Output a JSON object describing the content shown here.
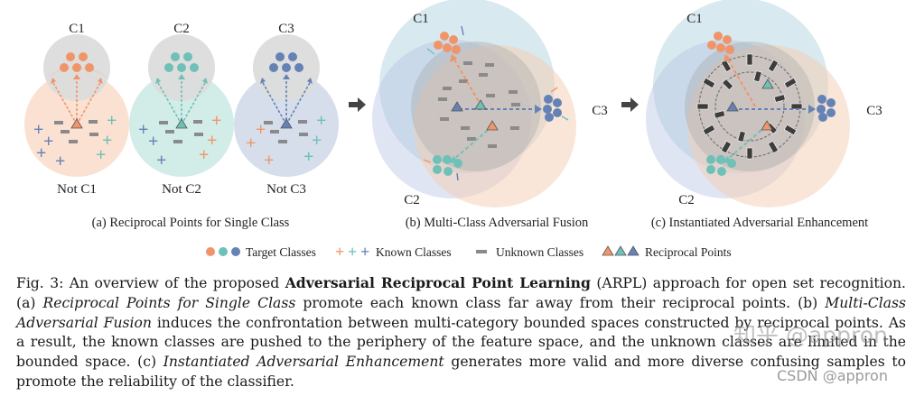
{
  "panel_a": {
    "top_labels": [
      "C1",
      "C2",
      "C3"
    ],
    "bottom_labels": [
      "Not C1",
      "Not C2",
      "Not C3"
    ],
    "subtitle": "(a) Reciprocal Points for Single Class"
  },
  "panel_b": {
    "labels": {
      "c1": "C1",
      "c2": "C2",
      "c3": "C3"
    },
    "subtitle": "(b) Multi-Class Adversarial Fusion"
  },
  "panel_c": {
    "labels": {
      "c1": "C1",
      "c2": "C2",
      "c3": "C3"
    },
    "subtitle": "(c) Instantiated Adversarial Enhancement"
  },
  "legend": {
    "target": "Target Classes",
    "known": "Known Classes",
    "unknown": "Unknown Classes",
    "reciprocal": "Reciprocal Points"
  },
  "colors": {
    "orange": "#f0956a",
    "teal": "#6fc0b6",
    "blue": "#6582b6",
    "unknown_gray": "#8a8a8a"
  },
  "caption": {
    "p1": "Fig. 3: An overview of the proposed ",
    "p2": "Adversarial Reciprocal Point Learning",
    "p3": " (ARPL) approach for open set recognition. (a) ",
    "p4": "Reciprocal Points for Single Class",
    "p5": " promote each known class far away from their reciprocal points. (b) ",
    "p6": "Multi-Class Adversarial Fusion",
    "p7": " induces the confrontation between multi-category bounded spaces constructed by reciprocal points. As a result, the known classes are pushed to the periphery of the feature space, and the unknown classes are limited in the bounded space. (c) ",
    "p8": "Instantiated Adversarial Enhancement",
    "p9": " generates more valid and more diverse confusing samples to promote the reliability of the classifier."
  },
  "watermark": {
    "zhihu": "知乎 @appron",
    "csdn": "CSDN @appron"
  }
}
